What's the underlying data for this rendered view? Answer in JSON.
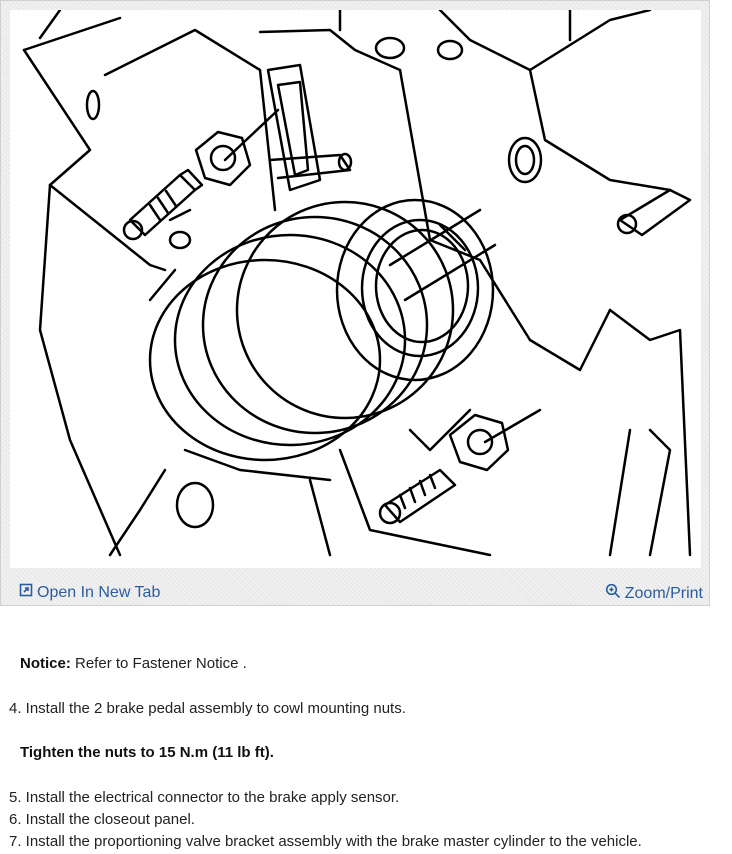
{
  "figure": {
    "open_label": "Open In New Tab",
    "zoom_label": "Zoom/Print",
    "open_icon": "open-in-new-tab-icon",
    "zoom_icon": "magnifier-plus-icon"
  },
  "notice": {
    "label": "Notice:",
    "text": " Refer to Fastener Notice ."
  },
  "steps": [
    "4. Install the 2 brake pedal assembly to cowl mounting nuts.",
    "5. Install the electrical connector to the brake apply sensor.",
    "6. Install the closeout panel.",
    "7. Install the proportioning valve bracket assembly with the brake master cylinder to the vehicle."
  ],
  "spec": "Tighten the nuts to 15 N.m (11 lb ft)."
}
